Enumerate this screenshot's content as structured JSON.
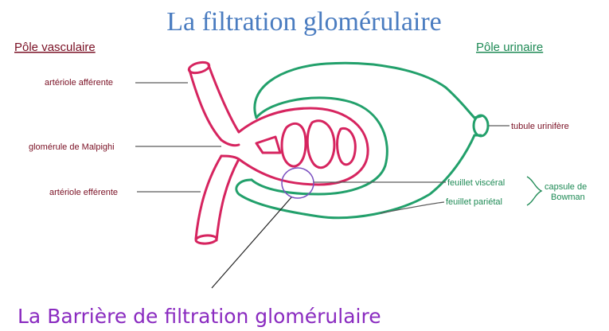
{
  "title": "La filtration glomérulaire",
  "pole_vasculaire": "Pôle vasculaire",
  "pole_urinaire": "Pôle urinaire",
  "labels": {
    "arteriole_afferente": "artériole afférente",
    "glomerule": "glomérule de Malpighi",
    "arteriole_efferente": "artériole efférente",
    "tubule": "tubule urinifère",
    "feuillet_visceral": "feuillet viscéral",
    "feuillet_parietal": "feuillet pariétal",
    "capsule_line1": "capsule de",
    "capsule_line2": "Bowman"
  },
  "barriere": "La Barrière de filtration glomérulaire",
  "colors": {
    "title": "#4a7cc0",
    "vessel": "#d6245f",
    "capsule": "#22a06b",
    "label_red": "#7a1024",
    "label_green": "#1e8a55",
    "barrier": "#8a2bc0"
  }
}
